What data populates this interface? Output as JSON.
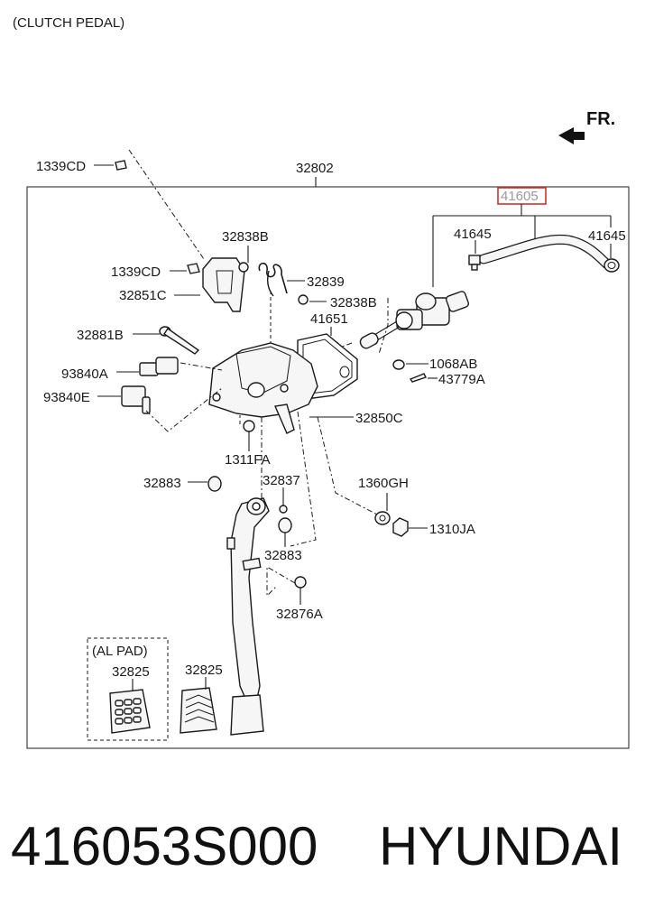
{
  "header": {
    "title": "(CLUTCH PEDAL)",
    "direction": "FR."
  },
  "labels": {
    "l1339CD_top": "1339CD",
    "l32802": "32802",
    "l41605": "41605",
    "l32838B_a": "32838B",
    "l41645_a": "41645",
    "l41645_b": "41645",
    "l1339CD_b": "1339CD",
    "l32839": "32839",
    "l32851C": "32851C",
    "l32838B_b": "32838B",
    "l41651": "41651",
    "l32881B": "32881B",
    "l1068AB": "1068AB",
    "l93840A": "93840A",
    "l43779A": "43779A",
    "l93840E": "93840E",
    "l32850C": "32850C",
    "l1311FA": "1311FA",
    "l32883_a": "32883",
    "l32837": "32837",
    "l1360GH": "1360GH",
    "l1310JA": "1310JA",
    "l32883_b": "32883",
    "l32876A": "32876A",
    "alpad": "(AL PAD)",
    "l32825_a": "32825",
    "l32825_b": "32825"
  },
  "footer": {
    "part_number": "416053S000",
    "brand": "HYUNDAI"
  },
  "colors": {
    "highlight_box": "#d0312d",
    "highlight_text": "#9a9a9a"
  }
}
